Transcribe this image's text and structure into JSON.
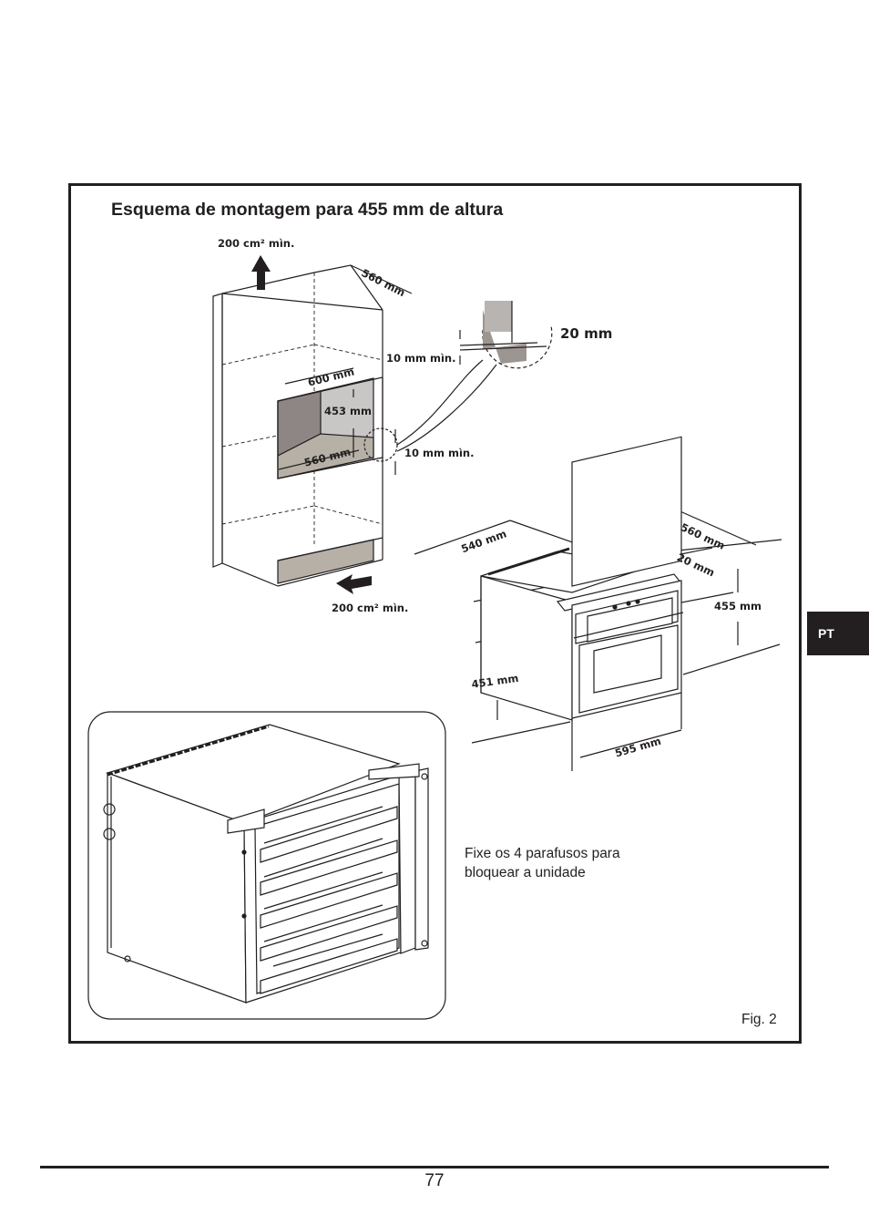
{
  "title": "Esquema de montagem para 455 mm de altura",
  "dimensions": {
    "vent_top": "200 cm² mìn.",
    "vent_bottom": "200 cm² mìn.",
    "cab_depth": "560 mm",
    "cab_width": "600 mm",
    "cab_height": "453 mm",
    "cab_depth_bottom": "560 mm",
    "gap_top": "10 mm mìn.",
    "gap_bottom": "10 mm mìn.",
    "detail_20": "20 mm",
    "unit_depth_540": "540 mm",
    "unit_depth_560": "560 mm",
    "unit_frame_20": "20 mm",
    "unit_height_455": "455 mm",
    "unit_height_451": "451 mm",
    "unit_width_595": "595 mm"
  },
  "note": "Fixe os 4 parafusos para bloquear a unidade",
  "fig_label": "Fig. 2",
  "lang_tab": "PT",
  "page_number": "77"
}
